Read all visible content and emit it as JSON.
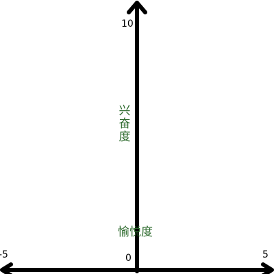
{
  "chart_data": {
    "type": "line",
    "title": "",
    "xlim": [
      -5,
      5
    ],
    "ylim": [
      0,
      10
    ],
    "x_ticks": [
      "-5",
      "5"
    ],
    "y_ticks": [
      "0",
      "10"
    ],
    "xlabel": "愉悦度",
    "ylabel": "兴奋度",
    "grid": false,
    "series": [],
    "colors": {
      "axis": "#000000",
      "label": "#2e6b2e"
    }
  }
}
